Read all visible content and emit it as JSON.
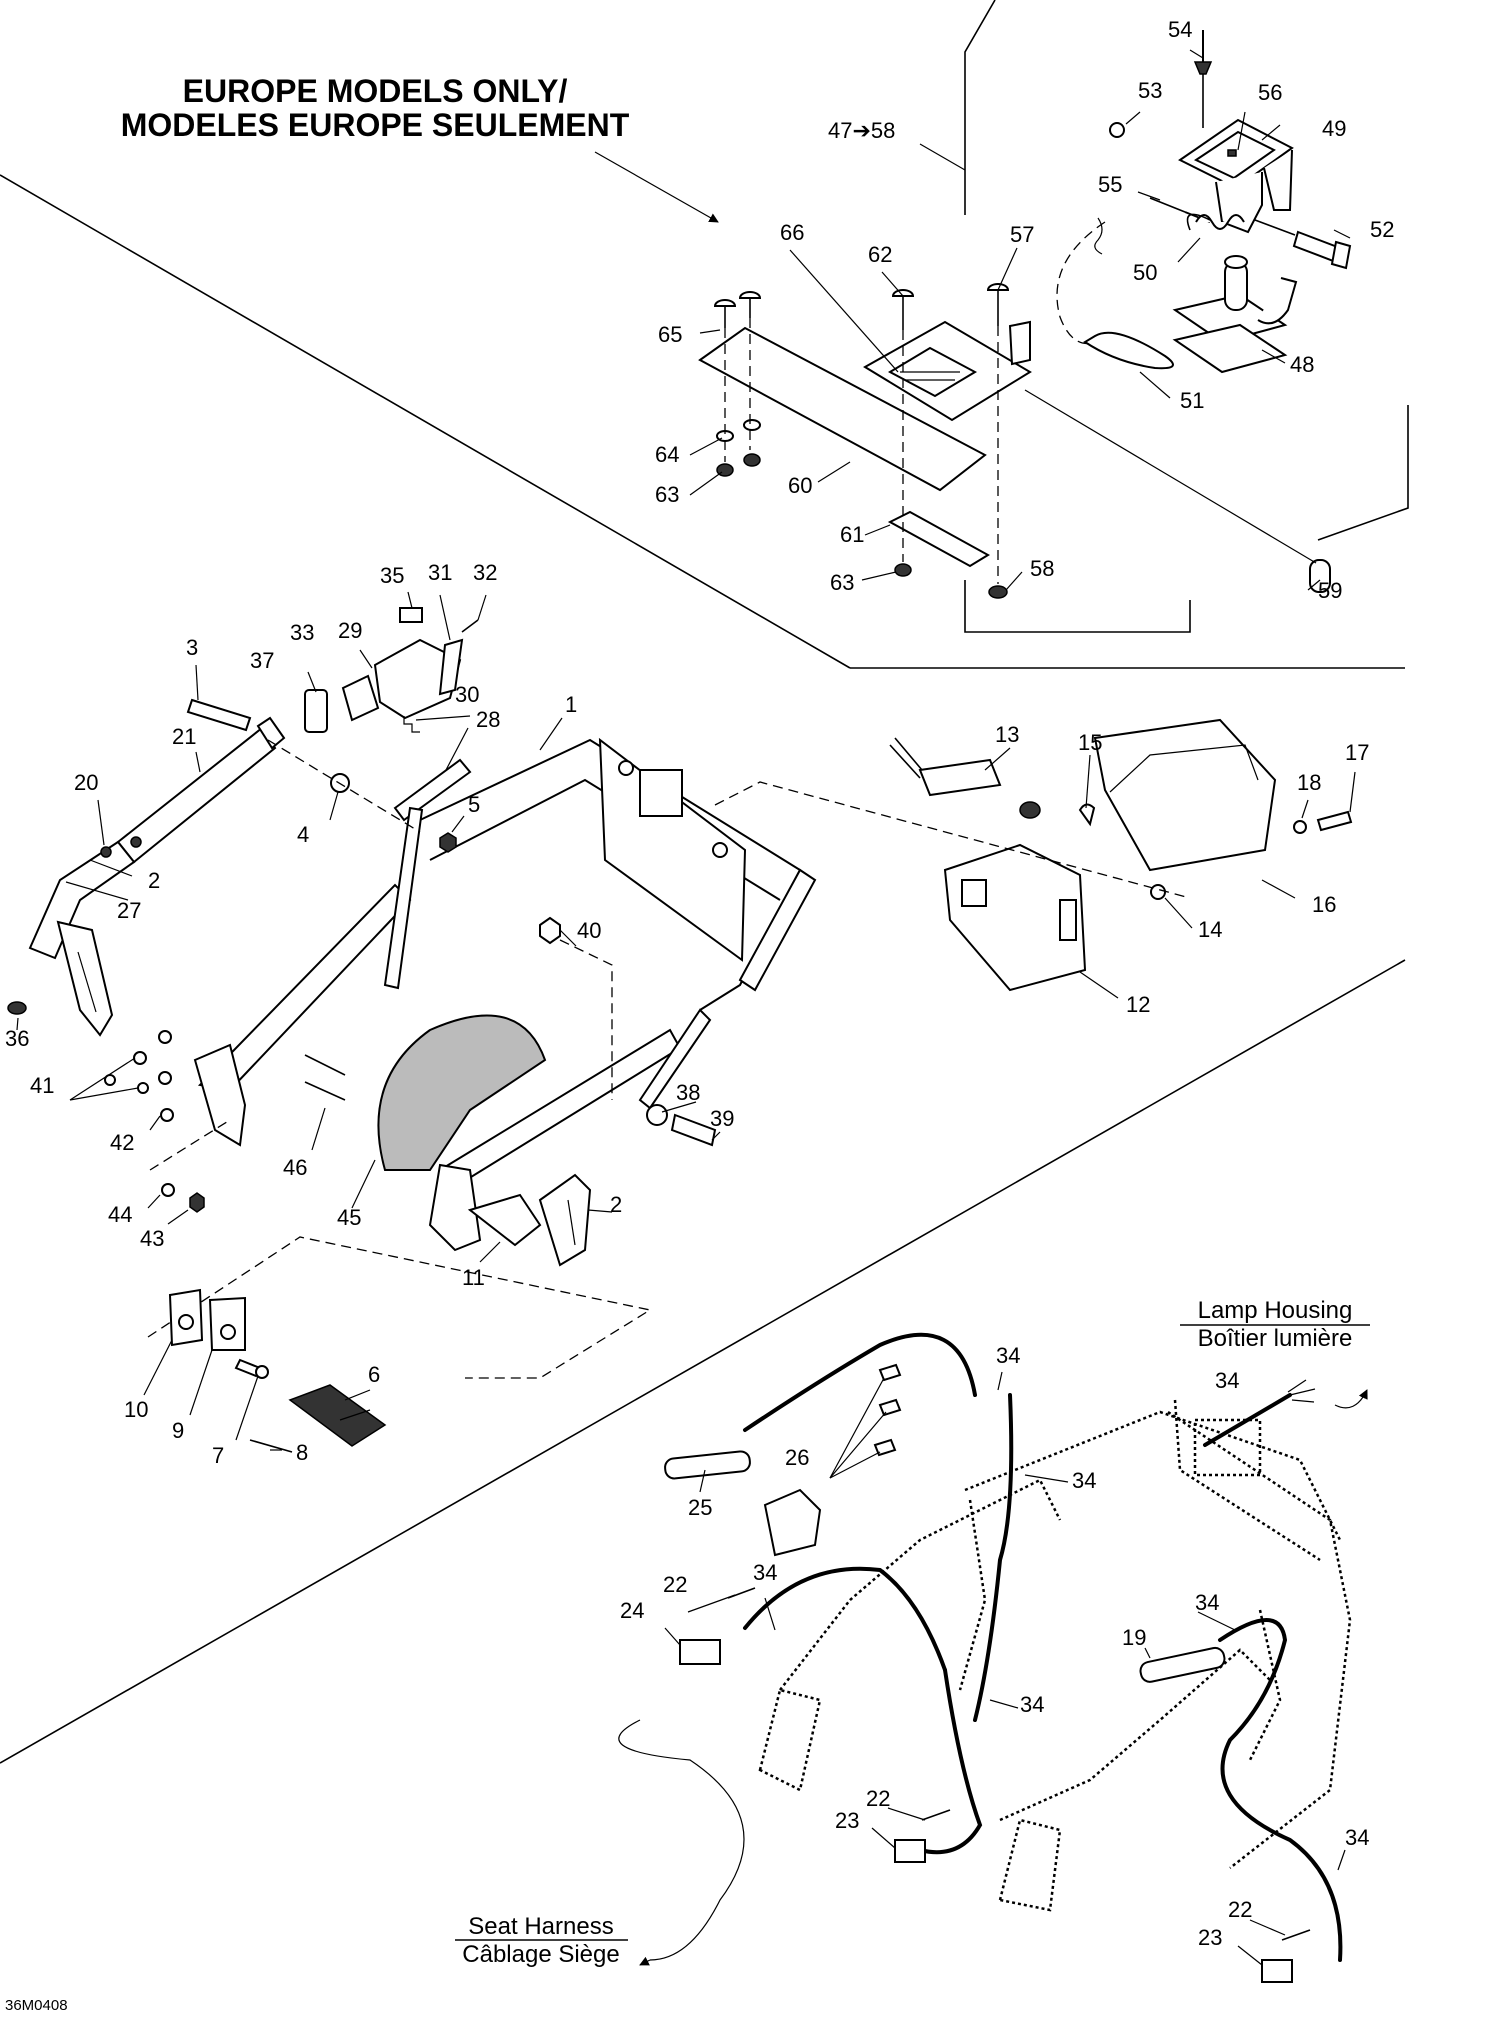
{
  "header": {
    "line1": "EUROPE MODELS ONLY/",
    "line2": "MODELES EUROPE SEULEMENT"
  },
  "kit_range": "47➔58",
  "captions": {
    "lamp_housing_en": "Lamp Housing",
    "lamp_housing_fr": "Boîtier lumière",
    "seat_harness_en": "Seat Harness",
    "seat_harness_fr": "Câblage Siège"
  },
  "drawing_code": "36M0408",
  "callouts": [
    {
      "id": "c54",
      "text": "54"
    },
    {
      "id": "c53",
      "text": "53"
    },
    {
      "id": "c56",
      "text": "56"
    },
    {
      "id": "c49",
      "text": "49"
    },
    {
      "id": "c55",
      "text": "55"
    },
    {
      "id": "c52",
      "text": "52"
    },
    {
      "id": "c50",
      "text": "50"
    },
    {
      "id": "c48",
      "text": "48"
    },
    {
      "id": "c51",
      "text": "51"
    },
    {
      "id": "c66",
      "text": "66"
    },
    {
      "id": "c62",
      "text": "62"
    },
    {
      "id": "c57",
      "text": "57"
    },
    {
      "id": "c65",
      "text": "65"
    },
    {
      "id": "c64",
      "text": "64"
    },
    {
      "id": "c63a",
      "text": "63"
    },
    {
      "id": "c60",
      "text": "60"
    },
    {
      "id": "c61",
      "text": "61"
    },
    {
      "id": "c63b",
      "text": "63"
    },
    {
      "id": "c58",
      "text": "58"
    },
    {
      "id": "c59",
      "text": "59"
    },
    {
      "id": "c35",
      "text": "35"
    },
    {
      "id": "c31",
      "text": "31"
    },
    {
      "id": "c32",
      "text": "32"
    },
    {
      "id": "c3",
      "text": "3"
    },
    {
      "id": "c33",
      "text": "33"
    },
    {
      "id": "c29",
      "text": "29"
    },
    {
      "id": "c37",
      "text": "37"
    },
    {
      "id": "c30",
      "text": "30"
    },
    {
      "id": "c28",
      "text": "28"
    },
    {
      "id": "c1",
      "text": "1"
    },
    {
      "id": "c21",
      "text": "21"
    },
    {
      "id": "c20",
      "text": "20"
    },
    {
      "id": "c4",
      "text": "4"
    },
    {
      "id": "c5",
      "text": "5"
    },
    {
      "id": "c2a",
      "text": "2"
    },
    {
      "id": "c27",
      "text": "27"
    },
    {
      "id": "c36",
      "text": "36"
    },
    {
      "id": "c40",
      "text": "40"
    },
    {
      "id": "c41",
      "text": "41"
    },
    {
      "id": "c42",
      "text": "42"
    },
    {
      "id": "c38",
      "text": "38"
    },
    {
      "id": "c39",
      "text": "39"
    },
    {
      "id": "c46",
      "text": "46"
    },
    {
      "id": "c45",
      "text": "45"
    },
    {
      "id": "c44",
      "text": "44"
    },
    {
      "id": "c43",
      "text": "43"
    },
    {
      "id": "c2b",
      "text": "2"
    },
    {
      "id": "c11",
      "text": "11"
    },
    {
      "id": "c13",
      "text": "13"
    },
    {
      "id": "c15",
      "text": "15"
    },
    {
      "id": "c17",
      "text": "17"
    },
    {
      "id": "c18",
      "text": "18"
    },
    {
      "id": "c16",
      "text": "16"
    },
    {
      "id": "c14",
      "text": "14"
    },
    {
      "id": "c12",
      "text": "12"
    },
    {
      "id": "c6",
      "text": "6"
    },
    {
      "id": "c10",
      "text": "10"
    },
    {
      "id": "c9",
      "text": "9"
    },
    {
      "id": "c7",
      "text": "7"
    },
    {
      "id": "c8",
      "text": "8"
    },
    {
      "id": "c34a",
      "text": "34"
    },
    {
      "id": "c34b",
      "text": "34"
    },
    {
      "id": "c26",
      "text": "26"
    },
    {
      "id": "c34c",
      "text": "34"
    },
    {
      "id": "c25",
      "text": "25"
    },
    {
      "id": "c34d",
      "text": "34"
    },
    {
      "id": "c22a",
      "text": "22"
    },
    {
      "id": "c24",
      "text": "24"
    },
    {
      "id": "c34e",
      "text": "34"
    },
    {
      "id": "c19",
      "text": "19"
    },
    {
      "id": "c34f",
      "text": "34"
    },
    {
      "id": "c22b",
      "text": "22"
    },
    {
      "id": "c23a",
      "text": "23"
    },
    {
      "id": "c34g",
      "text": "34"
    },
    {
      "id": "c22c",
      "text": "22"
    },
    {
      "id": "c23b",
      "text": "23"
    }
  ]
}
